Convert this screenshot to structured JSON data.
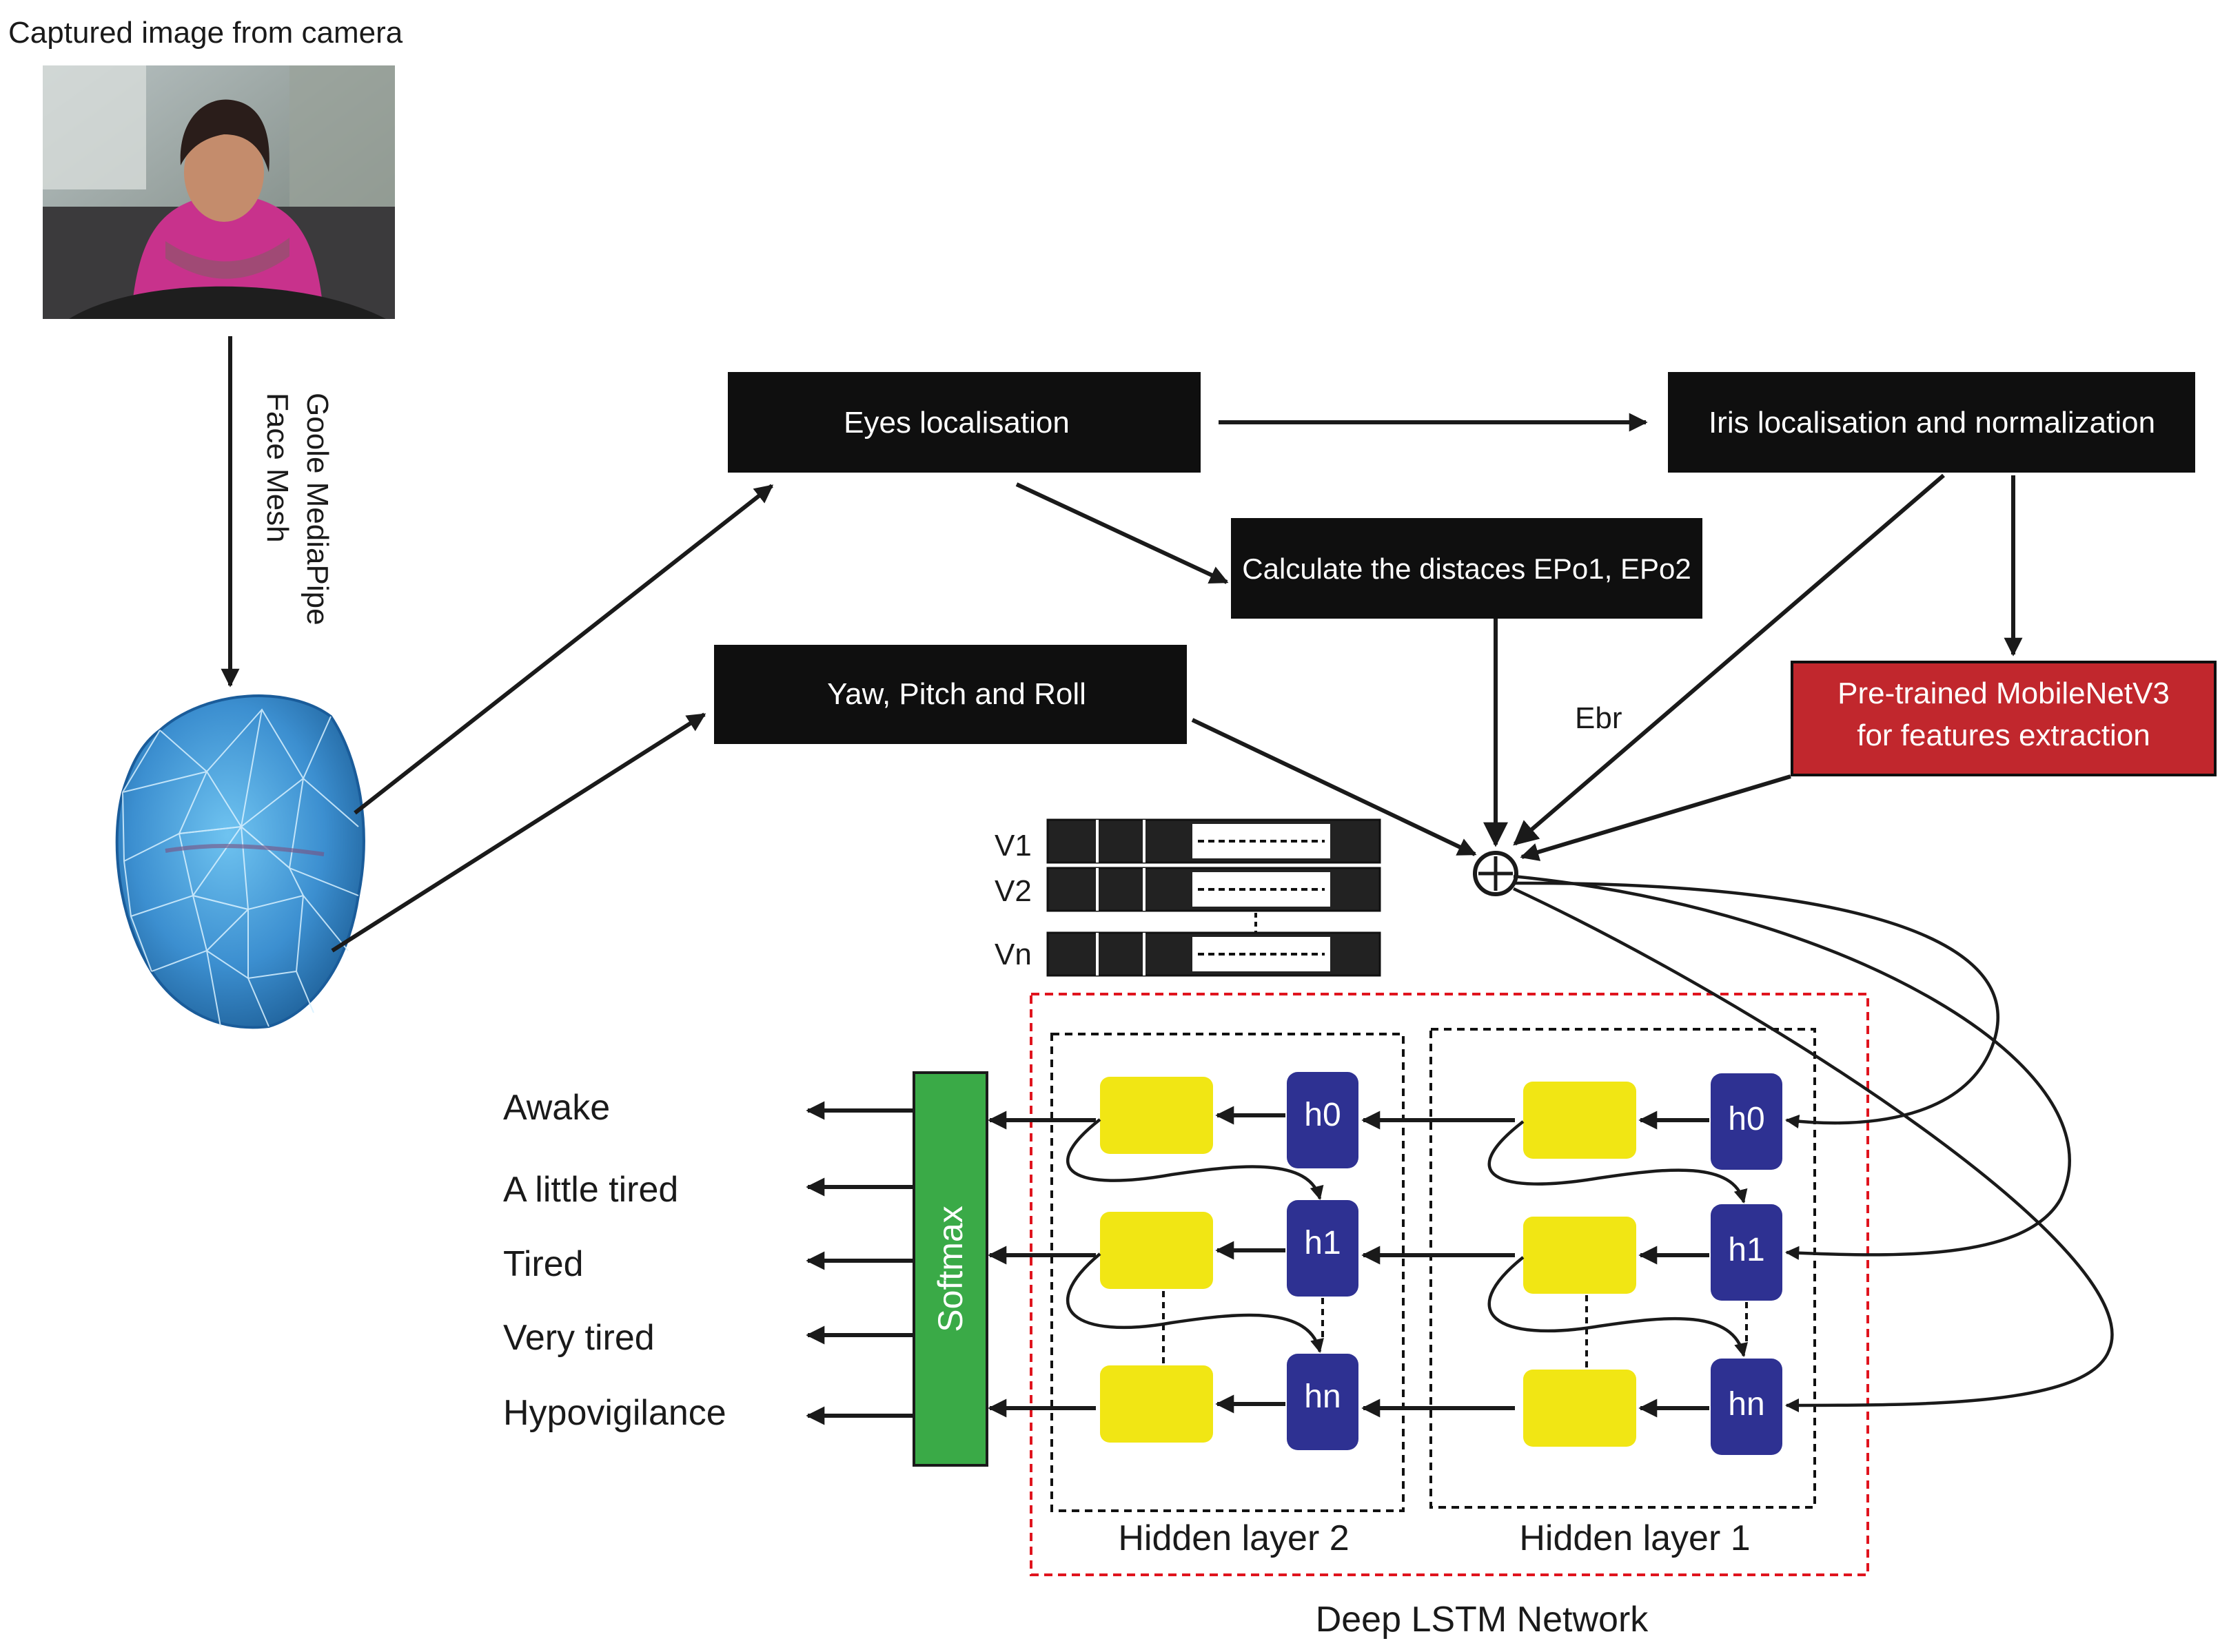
{
  "camera": {
    "caption": "Captured image from camera"
  },
  "mediapipe": {
    "line1": "Goole MediaPipe",
    "line2": "Face Mesh"
  },
  "boxes": {
    "eyes": "Eyes localisation",
    "iris": "Iris localisation and normalization",
    "distances": "Calculate the distaces EPo1, EPo2",
    "ypr": "Yaw, Pitch and Roll",
    "mobilenet_line1": "Pre-trained MobileNetV3",
    "mobilenet_line2": "for features extraction"
  },
  "ebr_label": "Ebr",
  "vectors": {
    "v1": "V1",
    "v2": "V2",
    "vn": "Vn"
  },
  "lstm": {
    "network_label": "Deep LSTM Network",
    "layer2_label": "Hidden layer 2",
    "layer1_label": "Hidden layer 1",
    "h0": "h0",
    "h1": "h1",
    "hn": "hn",
    "softmax": "Softmax"
  },
  "outputs": [
    "Awake",
    "A little tired",
    "Tired",
    "Very tired",
    "Hypovigilance"
  ],
  "colors": {
    "black_box": "#0f0f0f",
    "red_box": "#c1272d",
    "softmax_green": "#3aaa47",
    "hidden_unit_blue": "#2e3192",
    "cell_yellow": "#f1e614",
    "dashed_red": "#e0141e"
  }
}
